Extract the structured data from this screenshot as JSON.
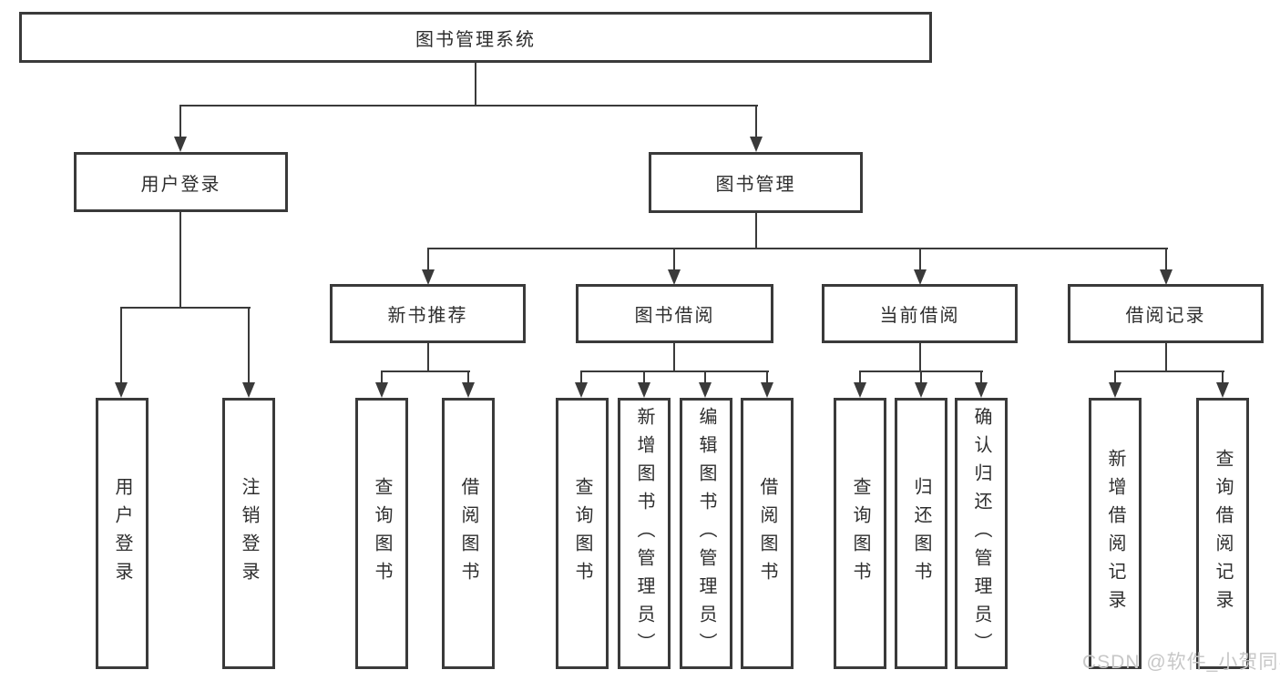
{
  "tree": {
    "label": "图书管理系统",
    "children": [
      {
        "label": "用户登录",
        "children": [
          {
            "label": "用户登录"
          },
          {
            "label": "注销登录"
          }
        ]
      },
      {
        "label": "图书管理",
        "children": [
          {
            "label": "新书推荐",
            "children": [
              {
                "label": "查询图书"
              },
              {
                "label": "借阅图书"
              }
            ]
          },
          {
            "label": "图书借阅",
            "children": [
              {
                "label": "查询图书"
              },
              {
                "label": "新增图书（管理员）"
              },
              {
                "label": "编辑图书（管理员）"
              },
              {
                "label": "借阅图书"
              }
            ]
          },
          {
            "label": "当前借阅",
            "children": [
              {
                "label": "查询图书"
              },
              {
                "label": "归还图书"
              },
              {
                "label": "确认归还（管理员）"
              }
            ]
          },
          {
            "label": "借阅记录",
            "children": [
              {
                "label": "新增借阅记录"
              },
              {
                "label": "查询借阅记录"
              }
            ]
          }
        ]
      }
    ]
  },
  "watermark": "CSDN @软件_小贺同学",
  "colors": {
    "line": "#3a3a3a",
    "text": "#2e2e2e",
    "box_background": "#ffffff",
    "watermark": "#c7c7c7",
    "page_background": "#ffffff"
  }
}
